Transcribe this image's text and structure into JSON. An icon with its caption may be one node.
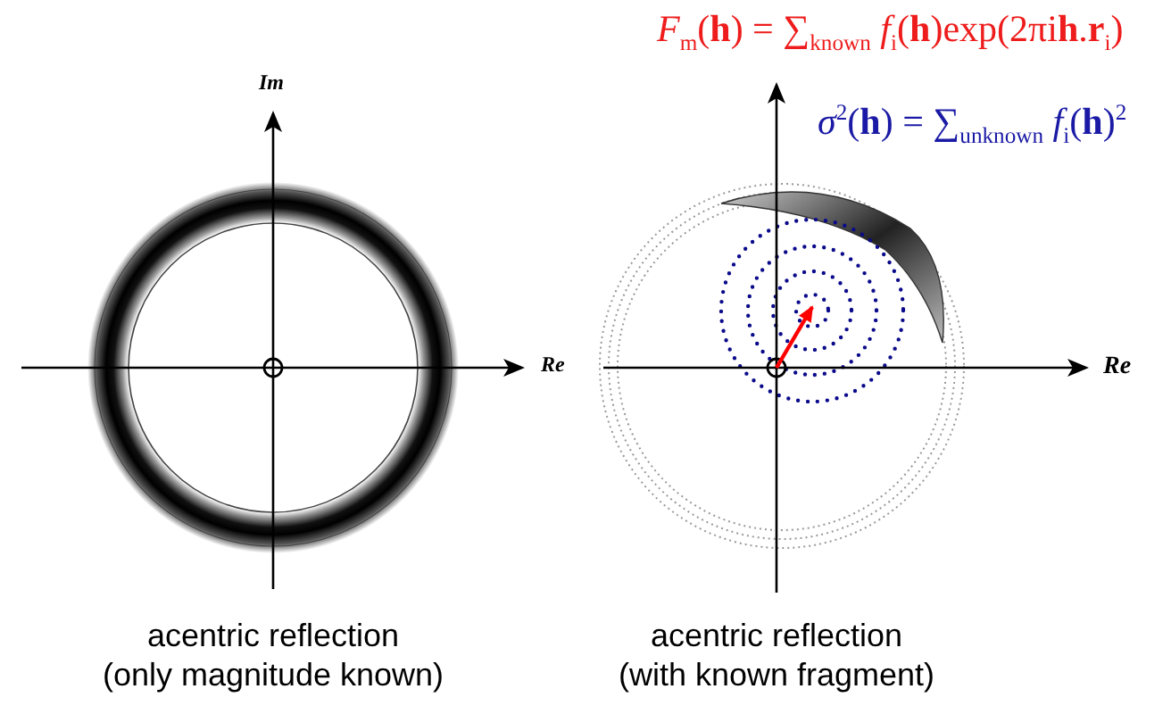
{
  "diagram": {
    "labels": [
      "*F*$_{m}$(**h**) = ∑$_{known}$ *f*$_{i}$(**h**)exp(2πi**h**.**r**$_{i}$)",
      "*σ*$^{2}$(**h**) = ∑$_{unknown}$ *f*$_{i}$(**h**)$^{2}$",
      "Im",
      "Re",
      "Re",
      "acentric reflection",
      "(only magnitude known)",
      "acentric reflection",
      "(with known fragment)"
    ]
  }
}
